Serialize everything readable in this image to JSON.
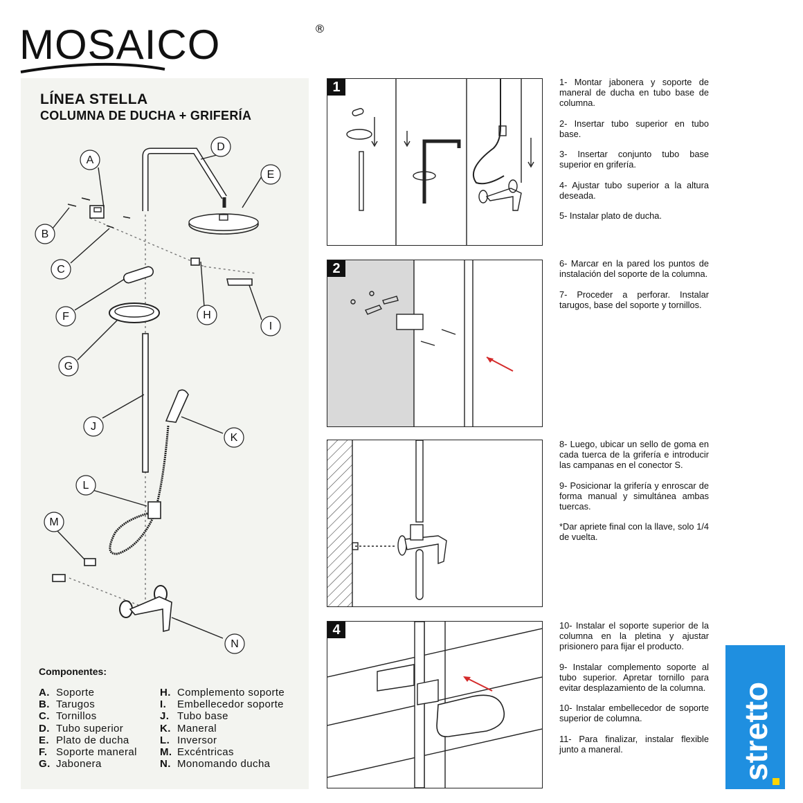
{
  "brand": {
    "name": "MOSAICO",
    "registered": "®",
    "partner": "stretto"
  },
  "product": {
    "line": "LÍNEA STELLA",
    "subtitle": "COLUMNA DE DUCHA + GRIFERÍA"
  },
  "diagram_labels": [
    "A",
    "B",
    "C",
    "D",
    "E",
    "F",
    "G",
    "H",
    "I",
    "J",
    "K",
    "L",
    "M",
    "N"
  ],
  "components": {
    "title": "Componentes:",
    "col1": [
      {
        "key": "A.",
        "label": "Soporte"
      },
      {
        "key": "B.",
        "label": "Tarugos"
      },
      {
        "key": "C.",
        "label": "Tornillos"
      },
      {
        "key": "D.",
        "label": "Tubo superior"
      },
      {
        "key": "E.",
        "label": "Plato de ducha"
      },
      {
        "key": "F.",
        "label": "Soporte maneral"
      },
      {
        "key": "G.",
        "label": "Jabonera"
      }
    ],
    "col2": [
      {
        "key": "H.",
        "label": "Complemento soporte"
      },
      {
        "key": "I.",
        "label": "Embellecedor soporte"
      },
      {
        "key": "J.",
        "label": "Tubo base"
      },
      {
        "key": "K.",
        "label": "Maneral"
      },
      {
        "key": "L.",
        "label": "Inversor"
      },
      {
        "key": "M.",
        "label": "Excéntricas"
      },
      {
        "key": "N.",
        "label": "Monomando ducha"
      }
    ]
  },
  "steps": [
    {
      "badge": "1",
      "texts": [
        "1- Montar jabonera y soporte de maneral de ducha en tubo base de columna.",
        "2- Insertar tubo superior en tubo base.",
        "3- Insertar conjunto tubo base superior en grifería.",
        "4- Ajustar tubo superior a la altura deseada.",
        "5- Instalar plato de ducha."
      ]
    },
    {
      "badge": "2",
      "texts": [
        "6- Marcar en la pared los puntos de instalación del soporte de la columna.",
        "7- Proceder a perforar. Instalar tarugos, base del soporte y tornillos."
      ]
    },
    {
      "badge": "",
      "texts": [
        "8- Luego, ubicar un sello de goma en cada tuerca de la grifería e introducir las campanas en el conector S.",
        "9- Posicionar la grifería y enroscar de forma manual y simultánea ambas tuercas.",
        "*Dar apriete final con la llave, solo 1/4 de vuelta."
      ]
    },
    {
      "badge": "4",
      "texts": [
        "10- Instalar el soporte superior de la columna en la pletina y ajustar prisionero para fijar el producto.",
        "9- Instalar complemento soporte al tubo superior. Apretar tornillo para evitar desplazamiento de la columna.",
        "10- Instalar embellecedor de soporte superior de columna.",
        "11- Para finalizar, instalar flexible junto a maneral."
      ]
    }
  ],
  "colors": {
    "accent_arrow": "#d42a2a",
    "stretto_blue": "#1f8fe0",
    "panel_bg": "#f3f4f0"
  }
}
